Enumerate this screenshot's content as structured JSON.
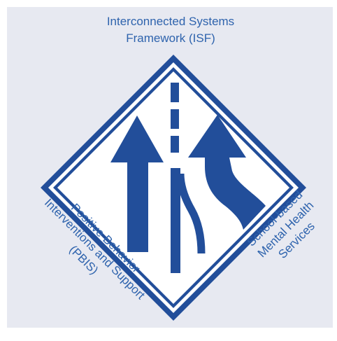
{
  "title": {
    "line1": "Interconnected Systems",
    "line2": "Framework (ISF)"
  },
  "left_label": {
    "line1": "Positive Behavior",
    "line2": "Interventions and Support",
    "line3": "(PBIS)"
  },
  "right_label": {
    "line1": "School-based",
    "line2": "Mental Health",
    "line3": "Services"
  },
  "colors": {
    "background": "#e7e9f1",
    "sign_blue": "#224e9a",
    "text_blue": "#2e63ad",
    "sign_fill": "#ffffff"
  },
  "icons": [
    "merge-lanes-road-sign-icon"
  ]
}
